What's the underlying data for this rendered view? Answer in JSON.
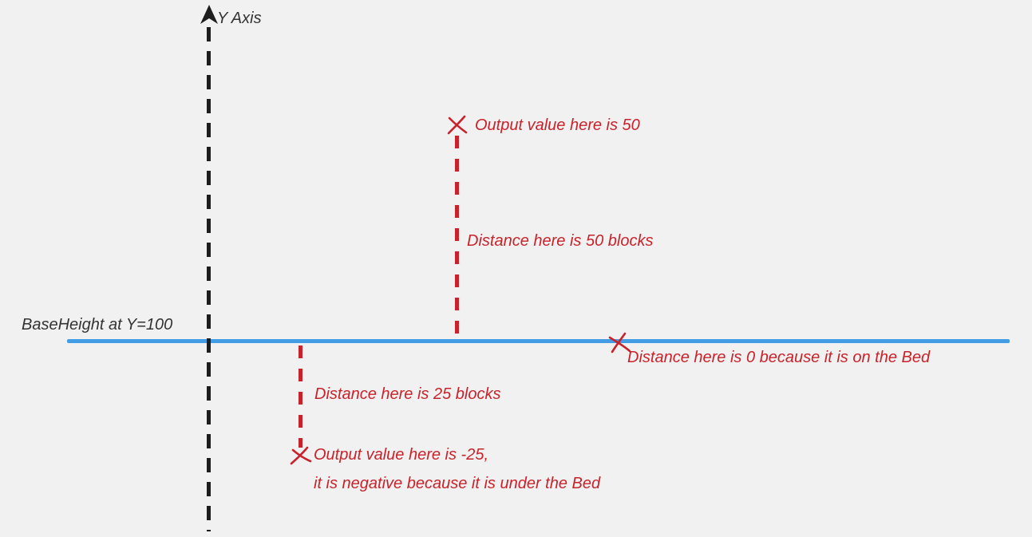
{
  "diagram": {
    "background_color": "#f1f1f1",
    "y_axis": {
      "label": "Y Axis",
      "line_style": "dashed",
      "color": "#1d1d1d"
    },
    "base_height": {
      "label": "BaseHeight at Y=100",
      "line_color": "#429de4",
      "line_style": "solid"
    },
    "annotation_color": "#c8232b",
    "annotations": {
      "output_50": "Output value here is 50",
      "distance_50": "Distance here is 50 blocks",
      "distance_0": "Distance here is 0 because it is on the Bed",
      "distance_25": "Distance here is 25 blocks",
      "output_neg25": "Output value here is -25,",
      "output_neg25_reason": "it is negative because it is under the Bed"
    },
    "markers": [
      {
        "name": "x-marker-output-50"
      },
      {
        "name": "x-marker-distance-0"
      },
      {
        "name": "x-marker-output-neg25"
      }
    ]
  }
}
